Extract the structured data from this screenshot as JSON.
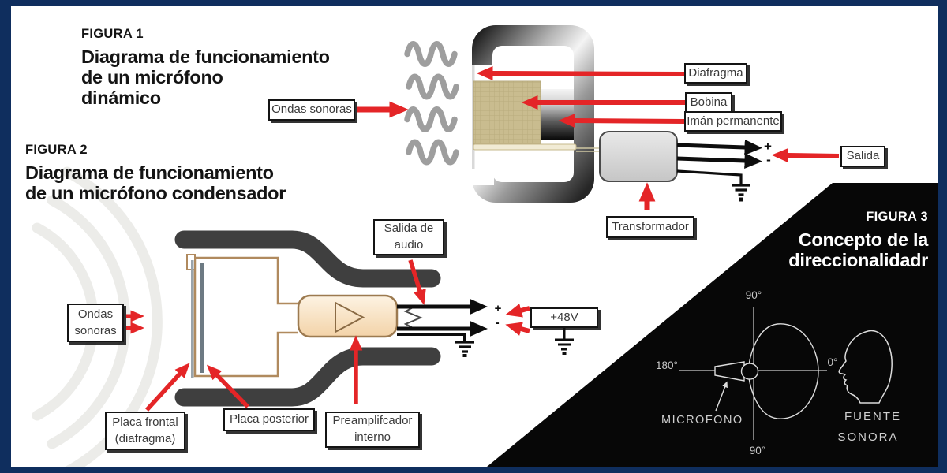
{
  "figure1": {
    "label": "FIGURA 1",
    "title_lines": [
      "Diagrama de funcionamiento",
      "de un micrófono",
      "dinámico"
    ],
    "callouts": {
      "sound_waves": "Ondas sonoras",
      "diaphragm": "Diafragma",
      "coil": "Bobina",
      "magnet": "Imán permanente",
      "transformer": "Transformador",
      "output": "Salida",
      "plus": "+",
      "minus": "-"
    }
  },
  "figure2": {
    "label": "FIGURA 2",
    "title_lines": [
      "Diagrama de funcionamiento",
      "de un micrófono condensador"
    ],
    "callouts": {
      "sound_waves_lines": [
        "Ondas",
        "sonoras"
      ],
      "audio_out_lines": [
        "Salida de",
        "audio"
      ],
      "front_plate_lines": [
        "Placa frontal",
        "(diafragma)"
      ],
      "back_plate": "Placa posterior",
      "preamp_lines": [
        "Preamplifcador",
        "interno"
      ],
      "phantom_power": "+48V",
      "plus": "+",
      "minus": "-"
    }
  },
  "figure3": {
    "label": "FIGURA 3",
    "title_lines": [
      "Concepto de la",
      "direccionalidadr"
    ],
    "polar_labels": {
      "top": "90°",
      "bottom": "90°",
      "left": "180°",
      "right": "0°",
      "microphone": "MICROFONO",
      "source_lines": [
        "FUENTE",
        "SONORA"
      ]
    }
  },
  "colors": {
    "frame_border": "#0f2e5e",
    "canvas": "#ffffff",
    "panel_black": "#070707",
    "arrow_red": "#e42527",
    "wire_black": "#0d0d0d",
    "coil_tan": "#c9bc8f",
    "tube_gray": "#3f3f3f",
    "wave_gray": "#9e9e9e",
    "lineart_gray": "#dcdcdc"
  }
}
